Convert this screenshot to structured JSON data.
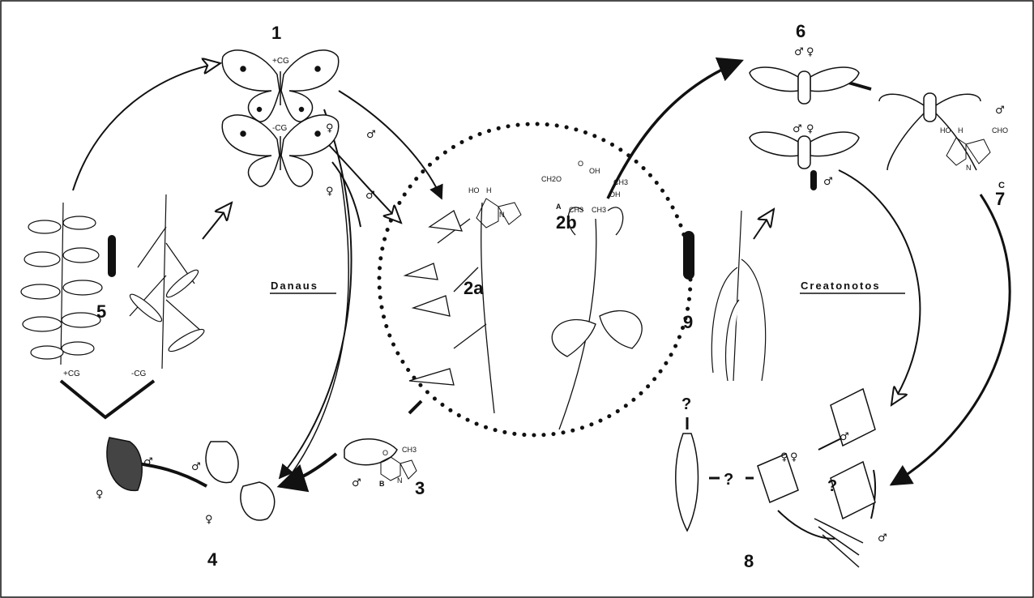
{
  "numbers": {
    "n1": "1",
    "n2a": "2a",
    "n2b": "2b",
    "n3": "3",
    "n4": "4",
    "n5": "5",
    "n6": "6",
    "n7": "7",
    "n8": "8",
    "n9": "9"
  },
  "labels": {
    "danaus": "Danaus",
    "creatonotos": "Creatonotos",
    "plus_cg_butterfly": "+CG",
    "minus_cg_butterfly": "-CG",
    "plus_cg_plant": "+CG",
    "minus_cg_plant": "-CG"
  },
  "compounds": {
    "a": "A",
    "b": "B",
    "c": "C",
    "ho": "HO",
    "h": "H",
    "oh": "OH",
    "ch3": "CH3",
    "ch2o": "CH2O",
    "cho": "CHO",
    "n": "N",
    "o": "O"
  },
  "symbols": {
    "male": "♂",
    "female": "♀",
    "question": "?"
  }
}
